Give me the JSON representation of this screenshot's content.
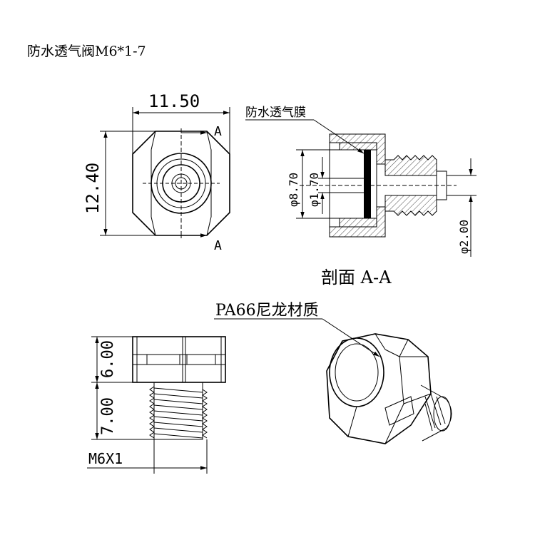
{
  "title": "防水透气阀M6*1-7",
  "front_view": {
    "width_dim": "11.50",
    "height_dim": "12.40",
    "section_mark_top": "A",
    "section_mark_bottom": "A"
  },
  "section_view": {
    "membrane_label": "防水透气膜",
    "dim_outer": "φ8.70",
    "dim_inner": "φ1.70",
    "dim_thread_bore": "φ2.00",
    "caption": "剖面 A-A"
  },
  "side_view": {
    "head_height_dim": "6.00",
    "thread_length_dim": "7.00",
    "thread_label": "M6X1"
  },
  "iso_view": {
    "material_label": "PA66尼龙材质"
  }
}
